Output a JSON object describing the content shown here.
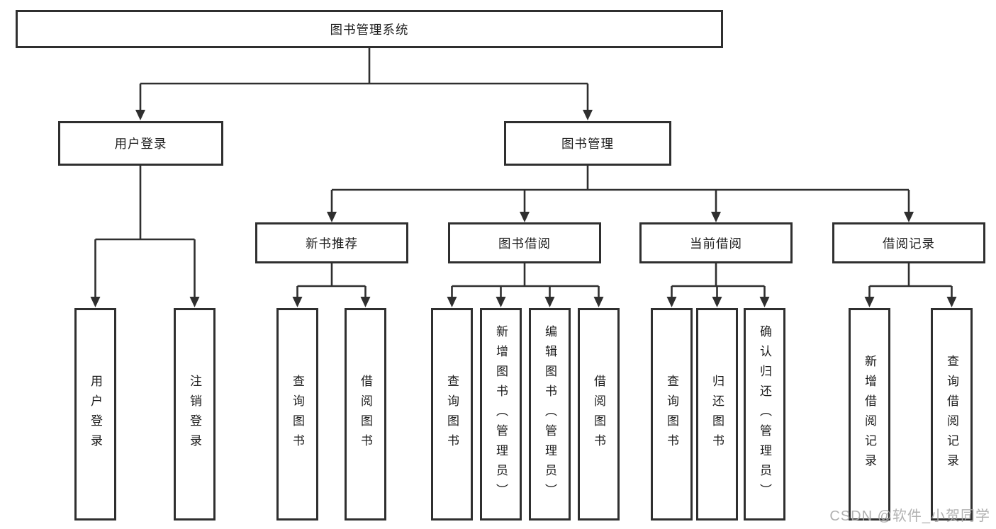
{
  "diagram": {
    "root": {
      "label": "图书管理系统"
    },
    "branches": [
      {
        "label": "用户登录",
        "children": [
          {
            "label": "用户登录"
          },
          {
            "label": "注销登录"
          }
        ]
      },
      {
        "label": "图书管理",
        "children": [
          {
            "label": "新书推荐",
            "children": [
              {
                "label": "查询图书"
              },
              {
                "label": "借阅图书"
              }
            ]
          },
          {
            "label": "图书借阅",
            "children": [
              {
                "label": "查询图书"
              },
              {
                "label": "新增图书（管理员）"
              },
              {
                "label": "编辑图书（管理员）"
              },
              {
                "label": "借阅图书"
              }
            ]
          },
          {
            "label": "当前借阅",
            "children": [
              {
                "label": "查询图书"
              },
              {
                "label": "归还图书"
              },
              {
                "label": "确认归还（管理员）"
              }
            ]
          },
          {
            "label": "借阅记录",
            "children": [
              {
                "label": "新增借阅记录"
              },
              {
                "label": "查询借阅记录"
              }
            ]
          }
        ]
      }
    ],
    "watermark": "CSDN @软件_小贺同学",
    "colors": {
      "line": "#2f2f2f",
      "text": "#1d1d1d",
      "background": "#ffffff",
      "watermark": "#a8a8a8"
    }
  }
}
